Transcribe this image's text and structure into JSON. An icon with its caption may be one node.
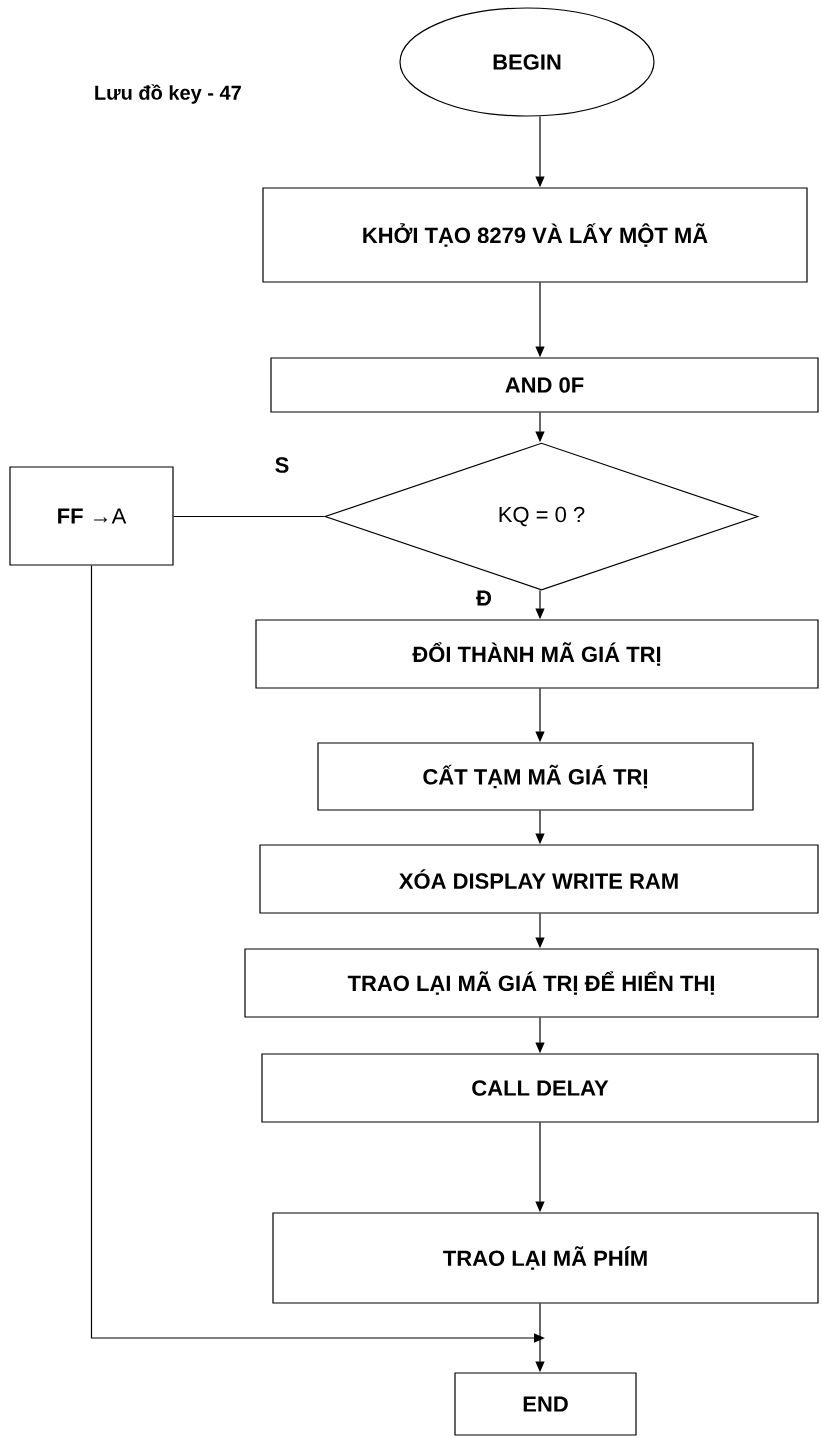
{
  "diagram": {
    "nodes": [
      {
        "text": [
          "BEGIN"
        ]
      },
      {
        "text": [
          "KHỞI TẠO 8279 VÀ LẤY MỘT MÃ"
        ]
      },
      {
        "text": [
          "AND 0F"
        ]
      },
      {
        "text": [
          "**FF** →A"
        ]
      },
      {
        "text": [
          "KQ = 0 ?"
        ]
      },
      {
        "text": [
          "ĐỔI THÀNH MÃ GIÁ TRỊ"
        ]
      },
      {
        "text": [
          "CẤT TẠM MÃ GIÁ TRỊ"
        ]
      },
      {
        "text": [
          "XÓA DISPLAY WRITE RAM"
        ]
      },
      {
        "text": [
          "TRAO LẠI MÃ GIÁ TRỊ ĐỂ HIỂN THỊ"
        ]
      },
      {
        "text": [
          "CALL DELAY"
        ]
      },
      {
        "text": [
          "TRAO LẠI MÃ PHÍM"
        ]
      },
      {
        "text": [
          "END"
        ]
      }
    ],
    "edges": [
      {
        "from": 0,
        "to": 1,
        "arrow": "to"
      },
      {
        "from": 1,
        "to": 2,
        "arrow": "to"
      },
      {
        "from": 2,
        "to": 4,
        "arrow": "to"
      },
      {
        "from": 4,
        "to": 5,
        "arrow": "to",
        "label": "Đ"
      },
      {
        "from": 5,
        "to": 6,
        "arrow": "to"
      },
      {
        "from": 6,
        "to": 7,
        "arrow": "to"
      },
      {
        "from": 7,
        "to": 8,
        "arrow": "to"
      },
      {
        "from": 8,
        "to": 9,
        "arrow": "to"
      },
      {
        "from": 9,
        "to": 10,
        "arrow": "to"
      },
      {
        "from": 10,
        "to": 11,
        "arrow": "to"
      },
      {
        "from": 4,
        "to": 3,
        "arrow": "none",
        "label": "S"
      },
      {
        "from": 3,
        "to": 11,
        "arrow": "to"
      }
    ],
    "title": "Lưu đồ key - 47"
  }
}
